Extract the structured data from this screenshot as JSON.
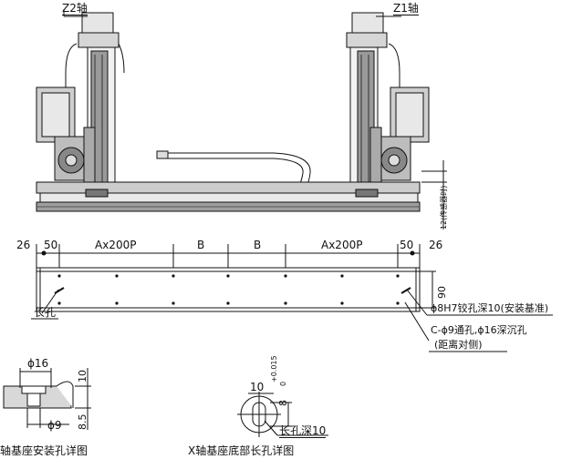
{
  "top_view": {
    "z2_label": "Z2轴",
    "z1_label": "Z1轴",
    "side_dim": "12(传感器时)"
  },
  "dimension_row": {
    "left_26": "26",
    "left_50": "50",
    "pitch_left": "Ax200P",
    "b1": "B",
    "b2": "B",
    "pitch_right": "Ax200P",
    "right_50": "50",
    "right_26": "26",
    "height_90": "90"
  },
  "callouts": {
    "slot": "长孔",
    "reamed_hole": "ϕ8H7铰孔深10(安装基准)",
    "through_hole_line1": "C-ϕ9通孔,ϕ16深沉孔",
    "through_hole_line2": "(距离对侧)"
  },
  "detail_left": {
    "dia_top": "ϕ16",
    "dia_bottom": "ϕ9",
    "dim_10": "10",
    "dim_8_5": "8.5",
    "caption": "轴基座安装孔详图"
  },
  "detail_right": {
    "dim_10": "10",
    "dim_8": "8",
    "tol_plus": "+0.015",
    "tol_zero": "0",
    "slot_label": "长孔深10",
    "caption": "X轴基座底部长孔详图"
  }
}
